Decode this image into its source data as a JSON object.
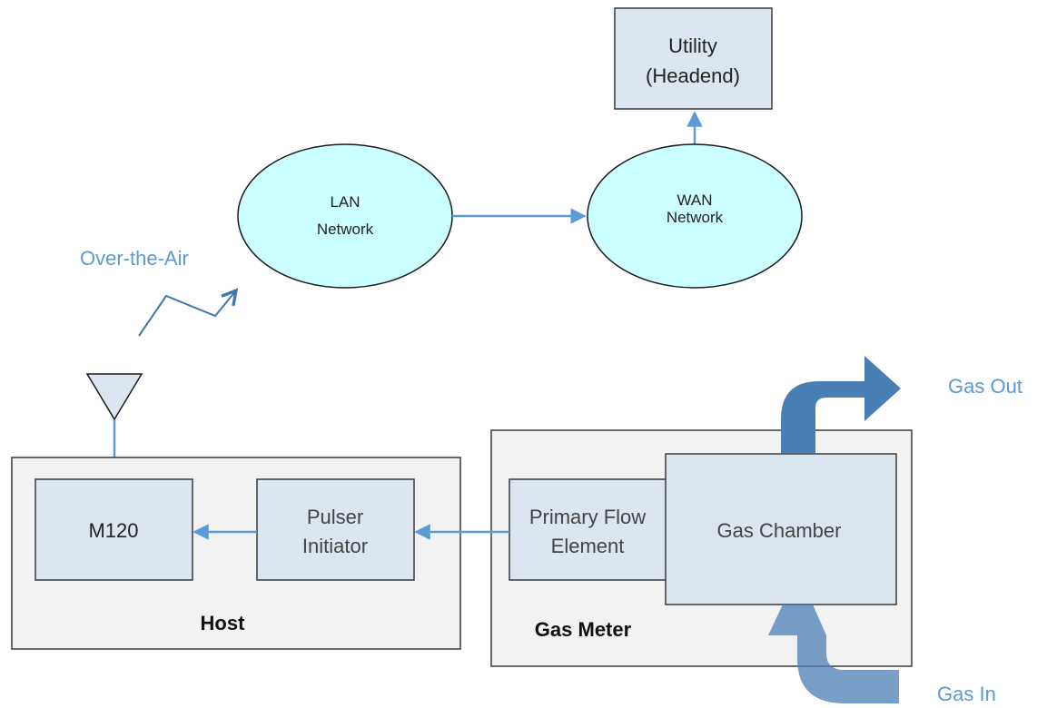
{
  "diagram": {
    "utility": {
      "line1": "Utility",
      "line2": "(Headend)"
    },
    "lan": {
      "line1": "LAN",
      "line2": "Network"
    },
    "wan": {
      "line1": "WAN",
      "line2": "Network"
    },
    "over_the_air": "Over-the-Air",
    "host": {
      "label": "Host",
      "m120": "M120",
      "pulser": {
        "line1": "Pulser",
        "line2": "Initiator"
      }
    },
    "gas_meter": {
      "label": "Gas Meter",
      "primary_flow": {
        "line1": "Primary Flow",
        "line2": "Element"
      },
      "gas_chamber": "Gas Chamber"
    },
    "gas_out": "Gas Out",
    "gas_in": "Gas In"
  },
  "colors": {
    "connector": "#5b9bd5",
    "box_fill": "#dce6f0",
    "container_fill": "#f2f2f2",
    "network_fill": "#ccffff",
    "flow_arrow": "#4a7fb5",
    "label_blue": "#5b9bd5"
  }
}
